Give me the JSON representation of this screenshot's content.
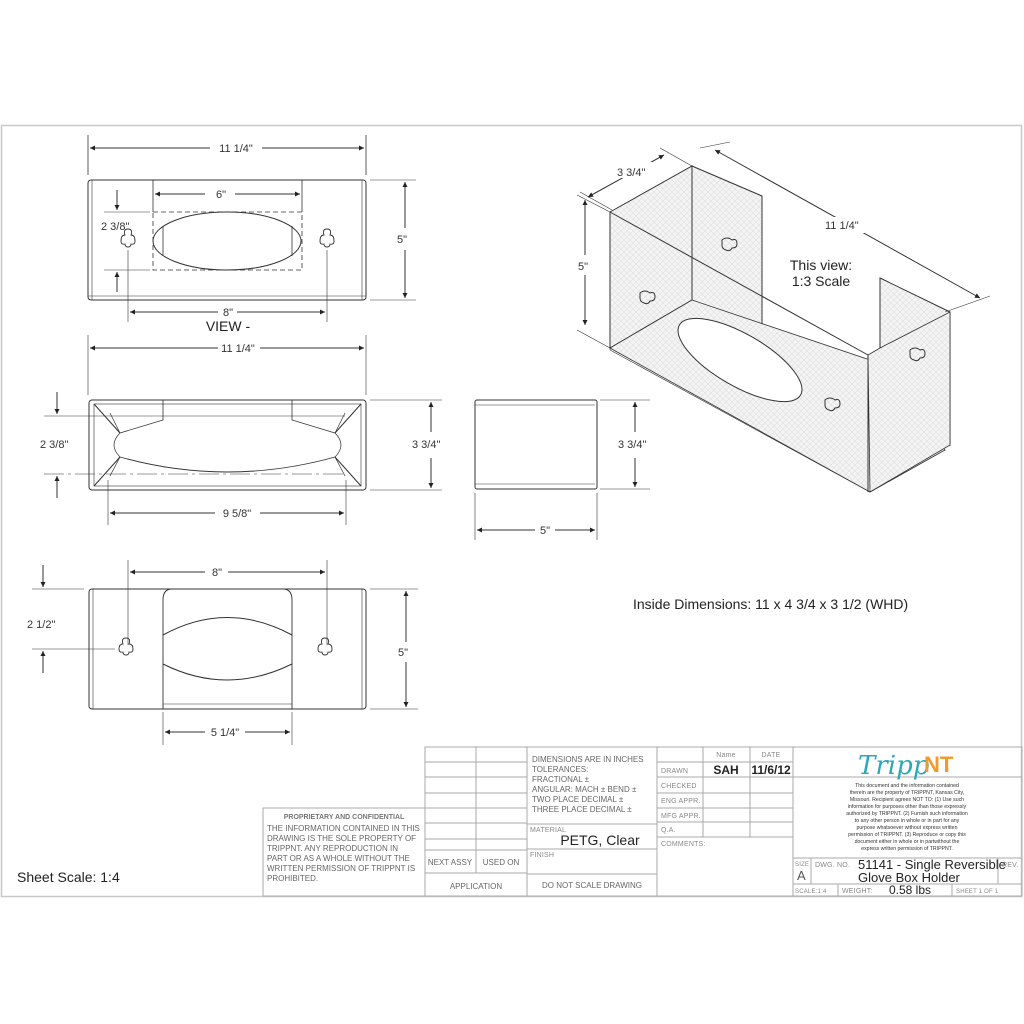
{
  "drawing": {
    "top_view": {
      "overall_width": "11 1/4\"",
      "opening_width": "6\"",
      "opening_height": "2 3/8\"",
      "height": "5\"",
      "hole_spacing": "8\"",
      "view_label": "VIEW -"
    },
    "plan_view": {
      "overall_width": "11 1/4\"",
      "inner_height": "2 3/8\"",
      "height": "3 3/4\"",
      "inner_width": "9 5/8\""
    },
    "side_view": {
      "height": "3 3/4\"",
      "width": "5\""
    },
    "front_view": {
      "hole_spacing": "8\"",
      "hole_offset": "2 1/2\"",
      "height": "5\"",
      "slot_width": "5 1/4\""
    },
    "iso_view": {
      "depth": "3 3/4\"",
      "length": "11 1/4\"",
      "height": "5\"",
      "note_line1": "This view:",
      "note_line2": "1:3 Scale"
    },
    "inside_dimensions": "Inside Dimensions: 11 x 4 3/4 x 3 1/2 (WHD)",
    "sheet_scale": "Sheet Scale: 1:4"
  },
  "title_block": {
    "proprietary": {
      "heading": "PROPRIETARY AND CONFIDENTIAL",
      "lines": [
        "THE INFORMATION CONTAINED IN THIS",
        "DRAWING IS THE SOLE PROPERTY OF",
        "TRIPPNT.  ANY REPRODUCTION IN",
        "PART OR AS A WHOLE WITHOUT THE",
        "WRITTEN PERMISSION OF TRIPPNT IS",
        "PROHIBITED."
      ]
    },
    "next_assy": "NEXT ASSY",
    "used_on": "USED ON",
    "application": "APPLICATION",
    "tolerances": [
      "DIMENSIONS ARE IN INCHES",
      "TOLERANCES:",
      "FRACTIONAL ±",
      "ANGULAR: MACH ±    BEND ±",
      "TWO PLACE DECIMAL    ±",
      "THREE PLACE DECIMAL   ±"
    ],
    "material_label": "MATERIAL",
    "material": "PETG, Clear",
    "finish_label": "FINISH",
    "do_not_scale": "DO NOT SCALE DRAWING",
    "approvals": {
      "name_header": "Name",
      "date_header": "DATE",
      "rows": [
        {
          "label": "DRAWN",
          "name": "SAH",
          "date": "11/6/12"
        },
        {
          "label": "CHECKED",
          "name": "",
          "date": ""
        },
        {
          "label": "ENG APPR.",
          "name": "",
          "date": ""
        },
        {
          "label": "MFG APPR.",
          "name": "",
          "date": ""
        },
        {
          "label": "Q.A.",
          "name": "",
          "date": ""
        }
      ],
      "comments_label": "COMMENTS:"
    },
    "logo": {
      "part1": "Tripp",
      "part2": "NT"
    },
    "disclaimer": [
      "This document and the information contained",
      "therein are the property of TRIPPNT, Kansas City,",
      "Missouri. Recipient agrees NOT TO: (1) Use such",
      "information for purposes other than those expressly",
      "authorized by TRIPPNT. (2) Furnish such information",
      "to any other person in whole or in part for any",
      "purpose whatsoever without express  written",
      "permission of TRIPPNT. (3) Reproduce or copy this",
      "document either in whole or in partwithout the",
      "express written permission of TRIPPNT."
    ],
    "size_label": "SIZE",
    "size": "A",
    "dwg_no_label": "DWG. NO.",
    "dwg_title_line1": "51141 - Single Reversible",
    "dwg_title_line2": "Glove Box Holder",
    "rev_label": "REV.",
    "scale_label": "SCALE:1:4",
    "weight_label": "WEIGHT:",
    "weight": "0.58 lbs",
    "sheet": "SHEET 1 OF 1"
  }
}
